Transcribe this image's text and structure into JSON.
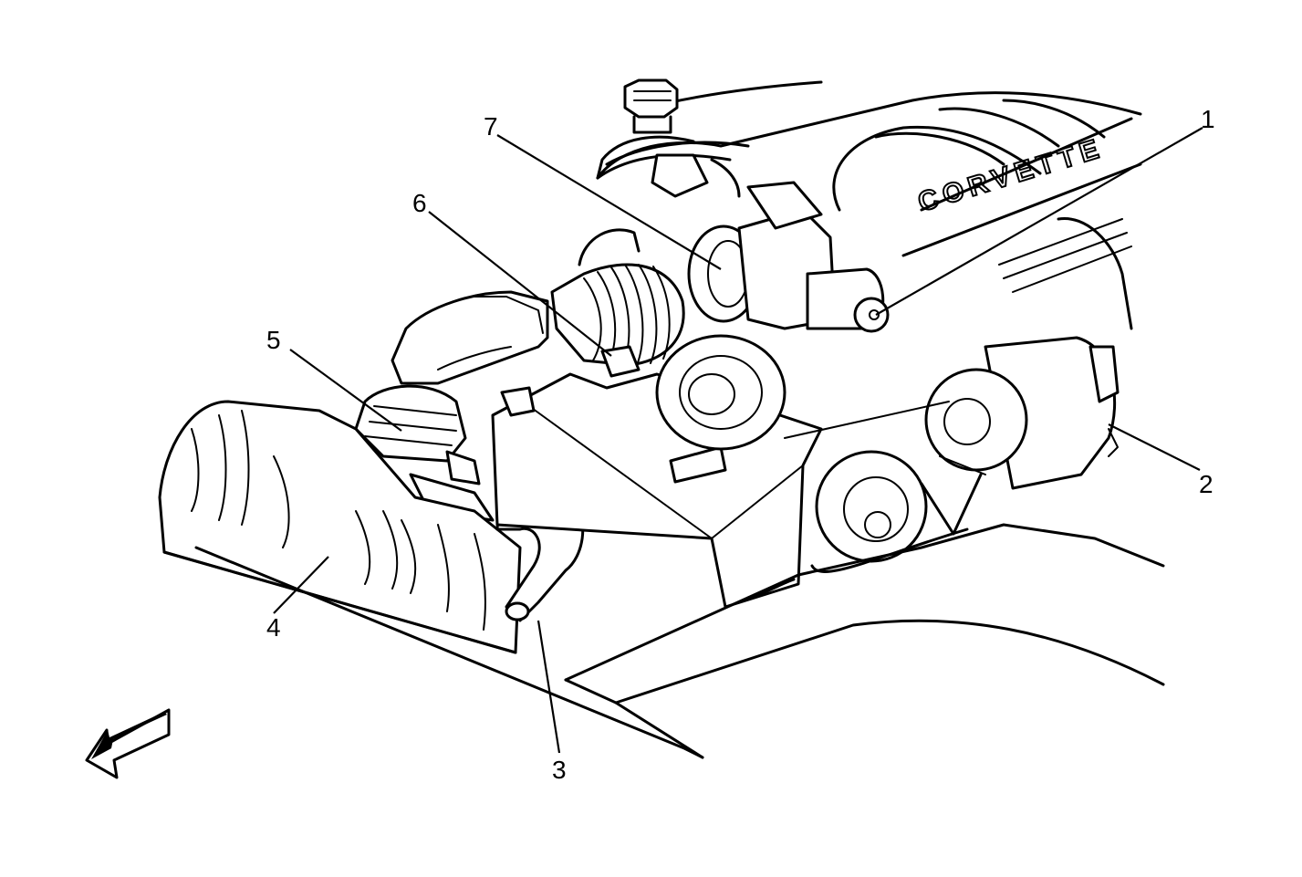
{
  "diagram": {
    "callouts": [
      {
        "id": "1",
        "label": "1"
      },
      {
        "id": "2",
        "label": "2"
      },
      {
        "id": "3",
        "label": "3"
      },
      {
        "id": "4",
        "label": "4"
      },
      {
        "id": "5",
        "label": "5"
      },
      {
        "id": "6",
        "label": "6"
      },
      {
        "id": "7",
        "label": "7"
      }
    ],
    "engine_cover_text": "CORVETTE",
    "direction_arrow": "arrow-icon"
  }
}
